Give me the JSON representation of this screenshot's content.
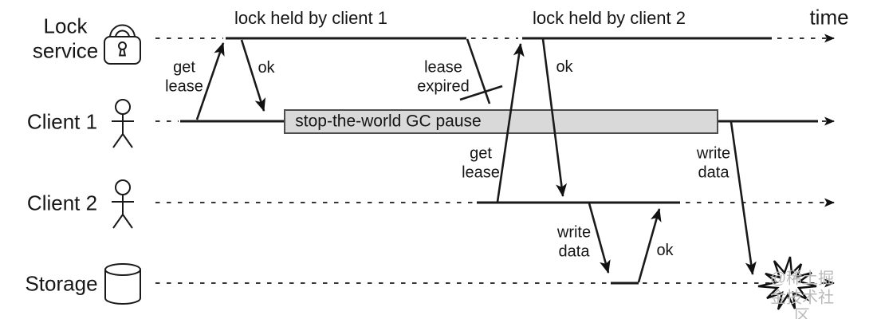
{
  "colors": {
    "ink": "#1a1a1a",
    "gc_box_fill": "#d9d9d9",
    "gc_box_border": "#4d4d4d",
    "watermark": "#b9b9b9",
    "background": "#ffffff"
  },
  "lanes": [
    {
      "label": "Lock\nservice",
      "icon": "padlock-icon"
    },
    {
      "label": "Client 1",
      "icon": "person-icon"
    },
    {
      "label": "Client 2",
      "icon": "person-icon"
    },
    {
      "label": "Storage",
      "icon": "database-cylinder-icon"
    }
  ],
  "annotations": {
    "lock_held_by_client_1": "lock held by client 1",
    "lock_held_by_client_2": "lock held by client 2",
    "time_axis": "time",
    "gc_pause": "stop-the-world GC pause",
    "watermark": "@稀土掘金技术社区"
  },
  "messages": {
    "get_lease_1": "get\nlease",
    "ok_1": "ok",
    "lease_expired": "lease\nexpired",
    "get_lease_2": "get\nlease",
    "ok_2": "ok",
    "write_data_2": "write\ndata",
    "ok_3": "ok",
    "write_data_1": "write\ndata"
  }
}
